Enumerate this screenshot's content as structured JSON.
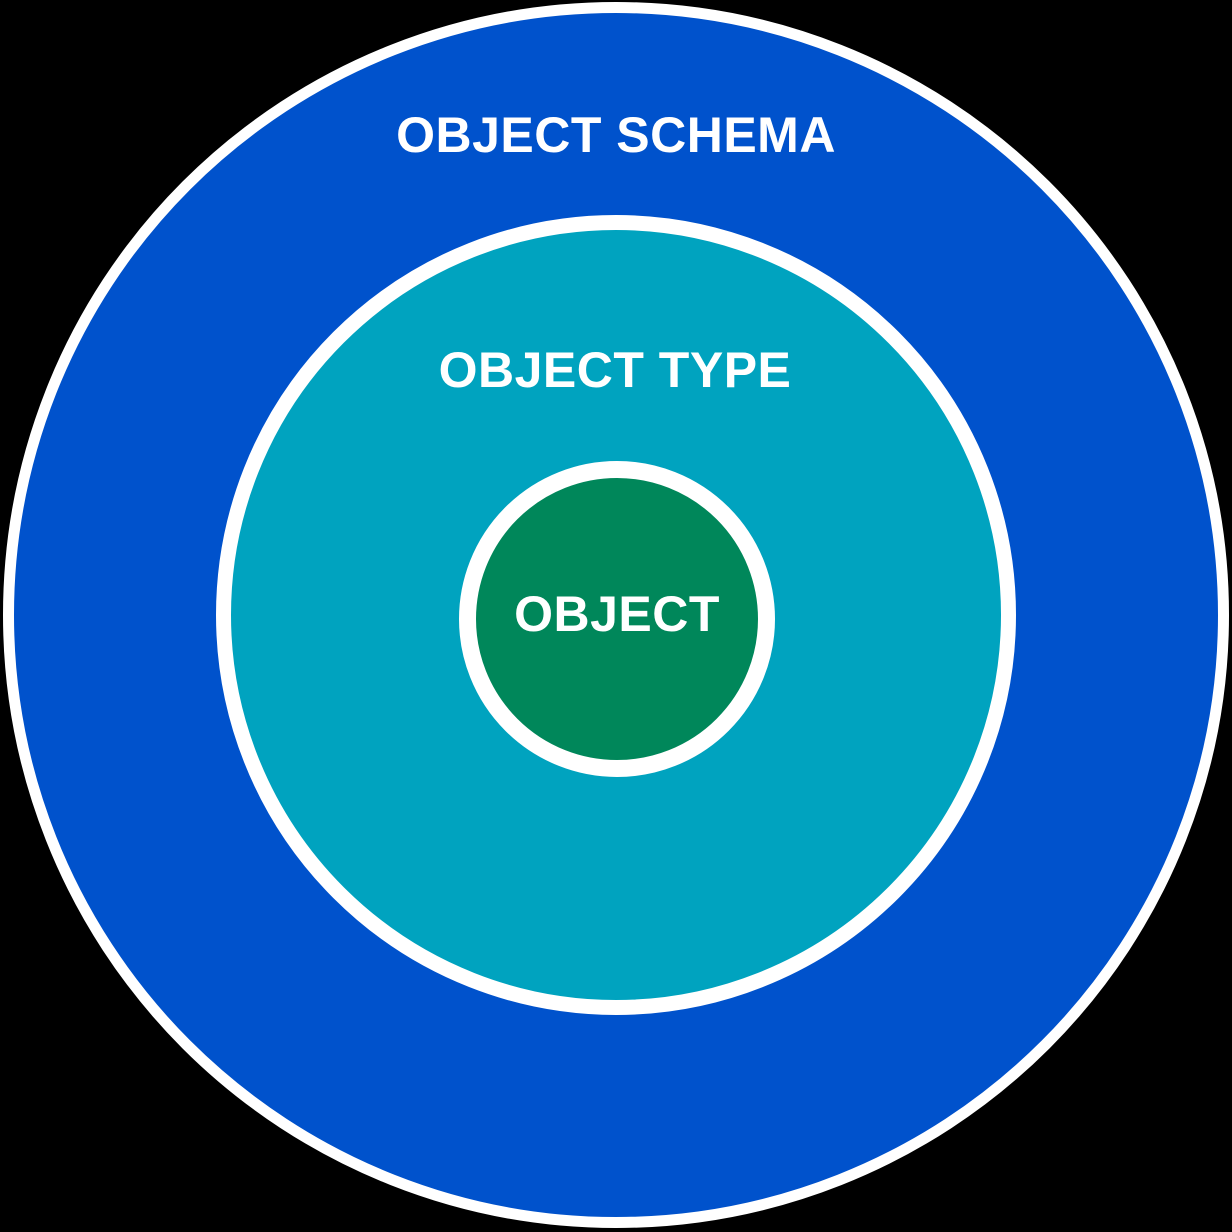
{
  "diagram": {
    "background": "#000000",
    "ring_border": "#FFFFFF",
    "text_color": "#FFFFFF",
    "rings": [
      {
        "label": "OBJECT SCHEMA",
        "fill": "#0052CC"
      },
      {
        "label": "OBJECT TYPE",
        "fill": "#00A3BF"
      },
      {
        "label": "OBJECT",
        "fill": "#00875A"
      }
    ]
  }
}
